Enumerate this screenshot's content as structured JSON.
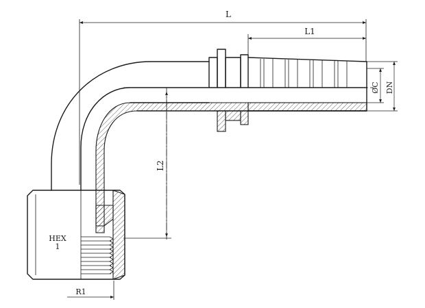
{
  "labels": {
    "L": "L",
    "L1": "L1",
    "L2": "L2",
    "phiC": "ØC",
    "DN": "DN",
    "HEX_line1": "HEX",
    "HEX_line2": "1",
    "R1": "R1"
  }
}
